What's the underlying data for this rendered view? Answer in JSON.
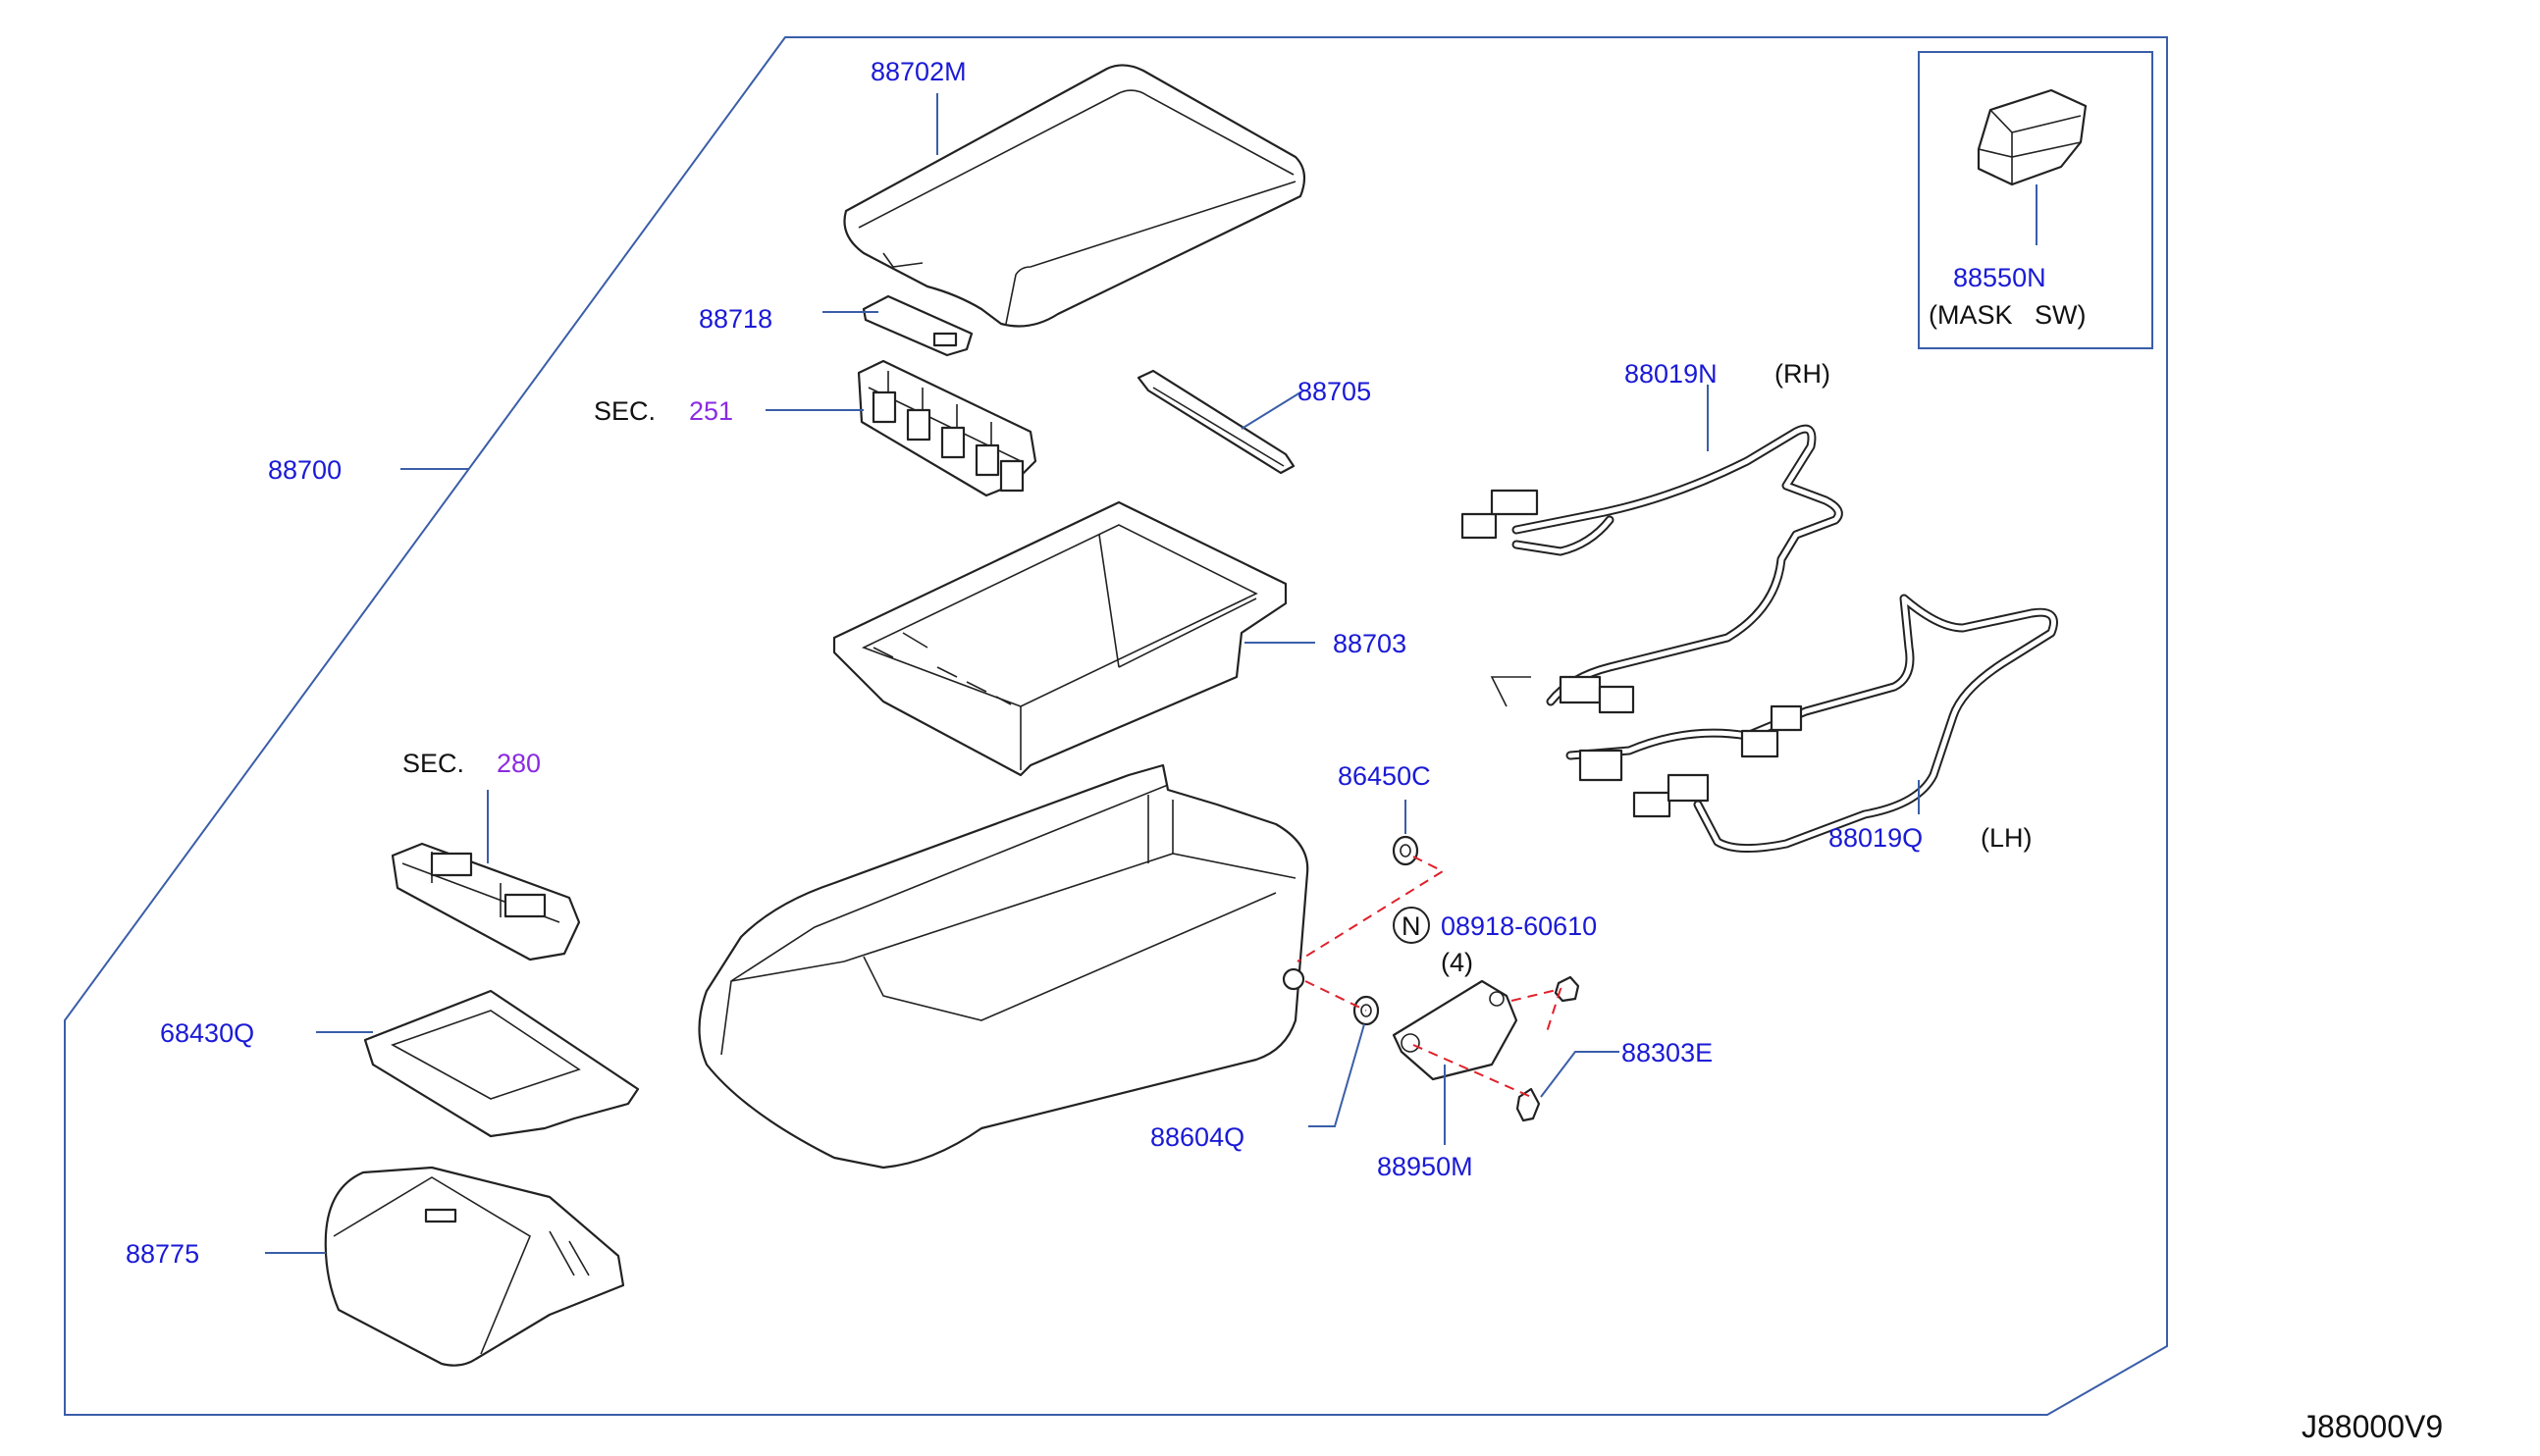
{
  "diagram_id": "J88000V9",
  "labels": {
    "p88702M": "88702M",
    "p88718": "88718",
    "sec1_prefix": "SEC.",
    "sec1_num": "251",
    "p88705": "88705",
    "p88700": "88700",
    "p88703": "88703",
    "sec2_prefix": "SEC.",
    "sec2_num": "280",
    "p68430Q": "68430Q",
    "p88775": "88775",
    "p86450C": "86450C",
    "nut_symbol": "N",
    "p08918": "08918-60610",
    "qty4": "(4)",
    "p88303E": "88303E",
    "p88604Q": "88604Q",
    "p88950M": "88950M",
    "p88019N": "88019N",
    "rh": "(RH)",
    "p88019Q": "88019Q",
    "lh": "(LH)",
    "p88550N": "88550N",
    "mask_sw": "(MASK   SW)"
  },
  "colors": {
    "label": "#1a1ad6",
    "section_ref": "#8a2be2",
    "frame": "#3a5ea8",
    "dashed_ref": "#e0202a"
  }
}
